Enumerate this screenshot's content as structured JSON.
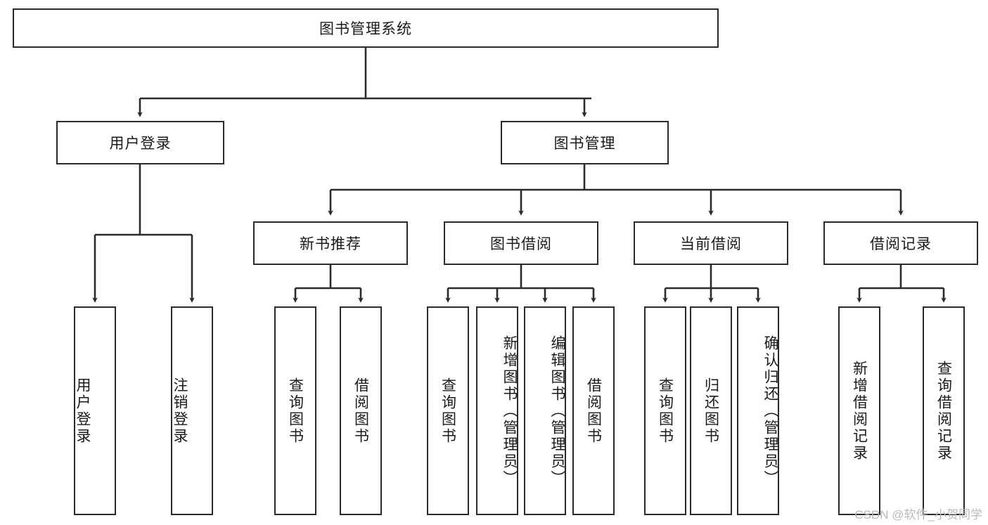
{
  "diagram": {
    "title": "图书管理系统",
    "type": "tree-hierarchy",
    "watermark": "CSDN @软件_小贺同学",
    "colors": {
      "box_border": "#2b2b2b",
      "box_fill": "#ffffff",
      "connector": "#2b2b2b",
      "text": "#1a1a1a",
      "watermark": "#b9b9b9",
      "background": "#ffffff"
    },
    "nodes": {
      "root": {
        "label": "图书管理系统",
        "level": 1,
        "orientation": "horizontal"
      },
      "user_login": {
        "label": "用户登录",
        "level": 2,
        "orientation": "horizontal"
      },
      "book_manage": {
        "label": "图书管理",
        "level": 2,
        "orientation": "horizontal"
      },
      "new_book_rec": {
        "label": "新书推荐",
        "level": 3,
        "orientation": "horizontal"
      },
      "book_borrow": {
        "label": "图书借阅",
        "level": 3,
        "orientation": "horizontal"
      },
      "current_borrow": {
        "label": "当前借阅",
        "level": 3,
        "orientation": "horizontal"
      },
      "borrow_record": {
        "label": "借阅记录",
        "level": 3,
        "orientation": "horizontal"
      },
      "leaf_user_login": {
        "label": "用户登录",
        "level": 3,
        "orientation": "vertical"
      },
      "leaf_logout": {
        "label": "注销登录",
        "level": 3,
        "orientation": "vertical"
      },
      "leaf_query_book_1": {
        "label": "查询图书",
        "level": 4,
        "orientation": "vertical"
      },
      "leaf_borrow_book_1": {
        "label": "借阅图书",
        "level": 4,
        "orientation": "vertical"
      },
      "leaf_query_book_2": {
        "label": "查询图书",
        "level": 4,
        "orientation": "vertical"
      },
      "leaf_add_book": {
        "label": "新增图书（管理员）",
        "level": 4,
        "orientation": "vertical"
      },
      "leaf_edit_book": {
        "label": "编辑图书（管理员）",
        "level": 4,
        "orientation": "vertical"
      },
      "leaf_borrow_book_2": {
        "label": "借阅图书",
        "level": 4,
        "orientation": "vertical"
      },
      "leaf_query_book_3": {
        "label": "查询图书",
        "level": 4,
        "orientation": "vertical"
      },
      "leaf_return_book": {
        "label": "归还图书",
        "level": 4,
        "orientation": "vertical"
      },
      "leaf_confirm_return": {
        "label": "确认归还（管理员）",
        "level": 4,
        "orientation": "vertical"
      },
      "leaf_add_record": {
        "label": "新增借阅记录",
        "level": 4,
        "orientation": "vertical"
      },
      "leaf_query_record": {
        "label": "查询借阅记录",
        "level": 4,
        "orientation": "vertical"
      }
    },
    "edges": [
      {
        "from": "root",
        "to": "user_login"
      },
      {
        "from": "root",
        "to": "book_manage"
      },
      {
        "from": "user_login",
        "to": "leaf_user_login"
      },
      {
        "from": "user_login",
        "to": "leaf_logout"
      },
      {
        "from": "book_manage",
        "to": "new_book_rec"
      },
      {
        "from": "book_manage",
        "to": "book_borrow"
      },
      {
        "from": "book_manage",
        "to": "current_borrow"
      },
      {
        "from": "book_manage",
        "to": "borrow_record"
      },
      {
        "from": "new_book_rec",
        "to": "leaf_query_book_1"
      },
      {
        "from": "new_book_rec",
        "to": "leaf_borrow_book_1"
      },
      {
        "from": "book_borrow",
        "to": "leaf_query_book_2"
      },
      {
        "from": "book_borrow",
        "to": "leaf_add_book"
      },
      {
        "from": "book_borrow",
        "to": "leaf_edit_book"
      },
      {
        "from": "book_borrow",
        "to": "leaf_borrow_book_2"
      },
      {
        "from": "current_borrow",
        "to": "leaf_query_book_3"
      },
      {
        "from": "current_borrow",
        "to": "leaf_return_book"
      },
      {
        "from": "current_borrow",
        "to": "leaf_confirm_return"
      },
      {
        "from": "borrow_record",
        "to": "leaf_add_record"
      },
      {
        "from": "borrow_record",
        "to": "leaf_query_record"
      }
    ]
  }
}
